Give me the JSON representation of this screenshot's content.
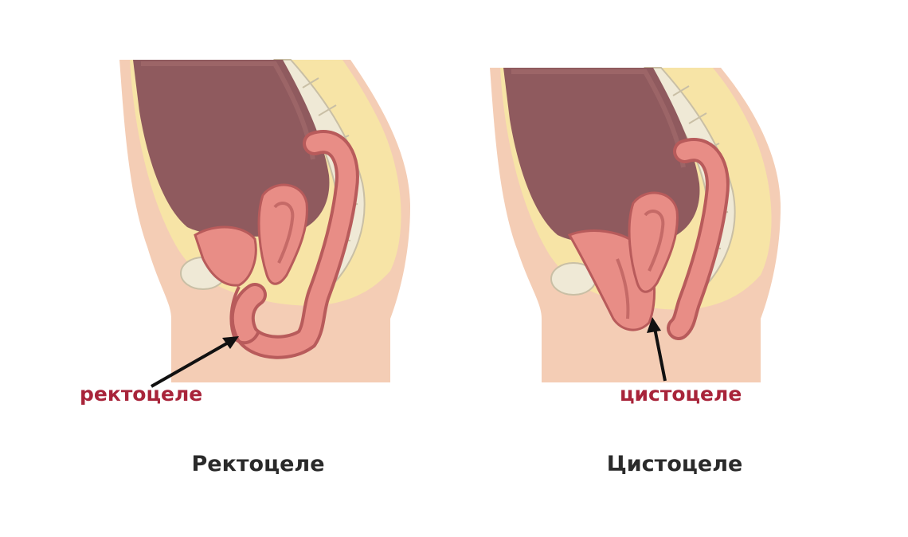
{
  "diagrams": [
    {
      "callout_label": "ректоцеле",
      "caption": "Ректоцеле"
    },
    {
      "callout_label": "цистоцеле",
      "caption": "Цистоцеле"
    }
  ],
  "colors": {
    "callout_text": "#a8243a",
    "caption_text": "#2a2a2a",
    "skin": "#f4cdb5",
    "fat": "#f7e4a6",
    "organ_dark": "#8f5a5e",
    "organ_pink": "#e88d86",
    "bone": "#efe9d6"
  }
}
